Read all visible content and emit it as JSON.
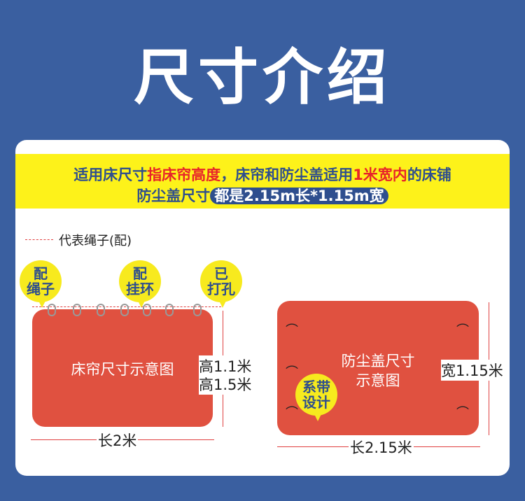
{
  "title": "尺寸介绍",
  "banner": {
    "l1_a": "适用床尺寸",
    "l1_b": "指床帘高度",
    "l1_c": "，床帘和防尘盖适用",
    "l1_d": "1米宽内",
    "l1_e": "的床铺",
    "l2_a": "防尘盖尺寸",
    "l2_b": "都是2.15m长*1.15m宽"
  },
  "legend": "代表绳子(配)",
  "bubbles": [
    "配\n绳子",
    "配\n挂环",
    "已\n打孔"
  ],
  "curtain": {
    "label": "床帘尺寸示意图",
    "height1": "高1.1米",
    "height2": "高1.5米",
    "length": "长2米"
  },
  "cover": {
    "label1": "防尘盖尺寸",
    "label2": "示意图",
    "bubble": "系带\n设计",
    "width": "宽1.15米",
    "length": "长2.15米"
  }
}
